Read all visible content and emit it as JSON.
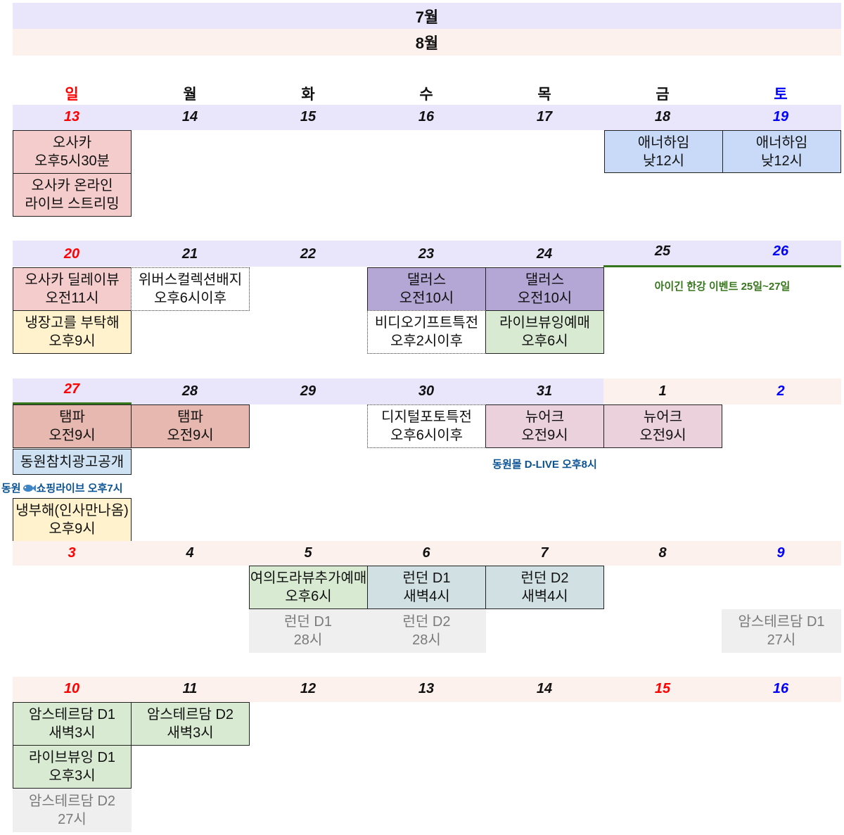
{
  "months": {
    "july": "7월",
    "august": "8월"
  },
  "weekdays": [
    "일",
    "월",
    "화",
    "수",
    "목",
    "금",
    "토"
  ],
  "weeks": [
    {
      "days": [
        "13",
        "14",
        "15",
        "16",
        "17",
        "18",
        "19"
      ]
    },
    {
      "days": [
        "20",
        "21",
        "22",
        "23",
        "24",
        "25",
        "26"
      ]
    },
    {
      "days": [
        "27",
        "28",
        "29",
        "30",
        "31",
        "1",
        "2"
      ]
    },
    {
      "days": [
        "3",
        "4",
        "5",
        "6",
        "7",
        "8",
        "9"
      ]
    },
    {
      "days": [
        "10",
        "11",
        "12",
        "13",
        "14",
        "15",
        "16"
      ]
    }
  ],
  "events": {
    "osaka_1": [
      "오사카",
      "오후5시30분"
    ],
    "osaka_online": [
      "오사카 온라인",
      "라이브 스트리밍"
    ],
    "anaheim_18": [
      "애너하임",
      "낮12시"
    ],
    "anaheim_19": [
      "애너하임",
      "낮12시"
    ],
    "osaka_delay": [
      "오사카 딜레이뷰",
      "오전11시"
    ],
    "weverse_badge": [
      "위버스컬렉션배지",
      "오후6시이후"
    ],
    "dallas_23": [
      "댈러스",
      "오전10시"
    ],
    "dallas_24": [
      "댈러스",
      "오전10시"
    ],
    "fridge": [
      "냉장고를 부탁해",
      "오후9시"
    ],
    "video_gift": [
      "비디오기프트특전",
      "오후2시이후"
    ],
    "live_view_pre": [
      "라이브뷰잉예매",
      "오후6시"
    ],
    "tampa_27": [
      "탬파",
      "오전9시"
    ],
    "tampa_28": [
      "탬파",
      "오전9시"
    ],
    "digital_photo": [
      "디지털포토특전",
      "오후6시이후"
    ],
    "ny_31": [
      "뉴어크",
      "오전9시"
    ],
    "ny_1": [
      "뉴어크",
      "오전9시"
    ],
    "dongwon_ad": [
      "동원참치광고공개"
    ],
    "fridge_2": [
      "냉부해(인사만나옴)",
      "오후9시"
    ],
    "yeouido": [
      "여의도라뷰추가예매",
      "오후6시"
    ],
    "london_d1": [
      "런던 D1",
      "새벽4시"
    ],
    "london_d2": [
      "런던 D2",
      "새벽4시"
    ],
    "london_d1_gray": [
      "런던 D1",
      "28시"
    ],
    "london_d2_gray": [
      "런던 D2",
      "28시"
    ],
    "amsterdam_d1_gray": [
      "암스테르담 D1",
      "27시"
    ],
    "amsterdam_d1": [
      "암스테르담 D1",
      "새벽3시"
    ],
    "amsterdam_d2": [
      "암스테르담 D2",
      "새벽3시"
    ],
    "liveview_d1": [
      "라이브뷰잉 D1",
      "오후3시"
    ],
    "amsterdam_d2_gray": [
      "암스테르담 D2",
      "27시"
    ]
  },
  "notes": {
    "igin": "아이긴 한강 이벤트 25일~27일",
    "dongwon_mall": "동원몰 D-LIVE 오후8시",
    "dongwon_shop_pre": "동원",
    "dongwon_shop_post": "쇼핑라이브 오후7시"
  },
  "colors": {
    "july_band": "#e9e5fb",
    "aug_band": "#fdf1ee",
    "red_day": "#ff0000",
    "blue_day": "#0000ff",
    "pink": "#f4cccc",
    "blue": "#c9daf8",
    "purple": "#b4a7d6",
    "yellow": "#fff2cc",
    "green": "#d9ead3",
    "salmon": "#e6b8af",
    "mauve": "#ead1dc",
    "lightblue": "#cfe2f3",
    "teal": "#d0e0e3",
    "gray": "#efefef",
    "note_green": "#38761d",
    "note_blue": "#0b5394",
    "bar_green": "#38761d"
  }
}
